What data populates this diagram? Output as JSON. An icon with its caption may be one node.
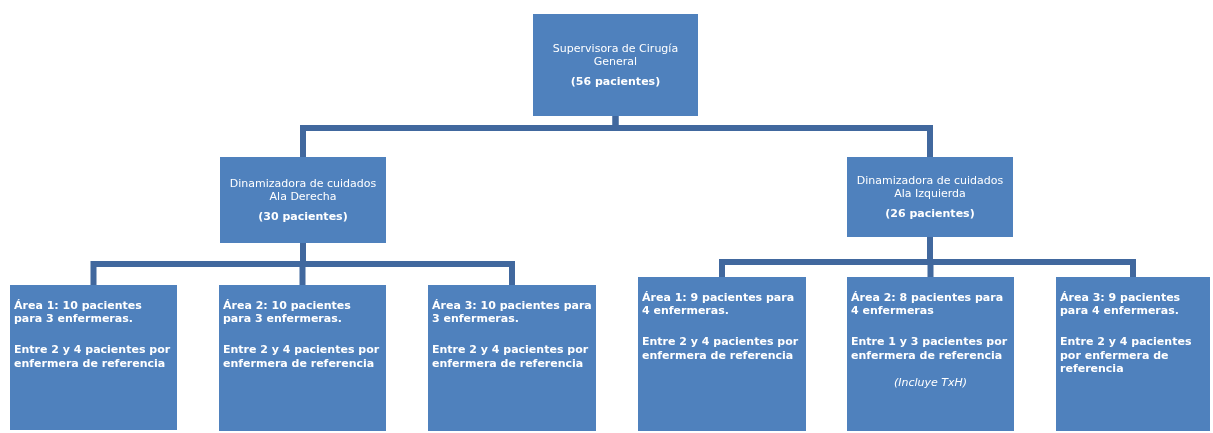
{
  "diagram": {
    "nodes": [
      {
        "text": [
          "Supervisora de Cirugía General",
          "(56 pacientes)"
        ]
      },
      {
        "text": [
          "Dinamizadora de cuidados Ala Derecha",
          "(30 pacientes)"
        ]
      },
      {
        "text": [
          "Dinamizadora de cuidados Ala Izquierda",
          "(26 pacientes)"
        ]
      },
      {
        "text": [
          "Área 1: 10 pacientes para 3 enfermeras.",
          "Entre 2 y 4 pacientes por enfermera de referencia"
        ]
      },
      {
        "text": [
          "Área 2: 10 pacientes para 3 enfermeras.",
          "Entre 2 y 4 pacientes por enfermera de referencia"
        ]
      },
      {
        "text": [
          "Área 3: 10 pacientes para 3 enfermeras.",
          "Entre 2 y 4 pacientes por enfermera de referencia"
        ]
      },
      {
        "text": [
          "Área 1: 9 pacientes para 4 enfermeras.",
          "Entre 2 y 4 pacientes por enfermera de referencia"
        ]
      },
      {
        "text": [
          "Área 2: 8 pacientes para 4 enfermeras",
          "Entre 1 y 3 pacientes por enfermera de referencia",
          "(Incluye TxH)"
        ]
      },
      {
        "text": [
          "Área 3: 9 pacientes para 4 enfermeras.",
          "Entre 2 y 4 pacientes por enfermera de referencia"
        ]
      }
    ],
    "edges": [
      {
        "from": 0,
        "to": 1,
        "arrow": "none"
      },
      {
        "from": 0,
        "to": 2,
        "arrow": "none"
      },
      {
        "from": 1,
        "to": 3,
        "arrow": "none"
      },
      {
        "from": 1,
        "to": 4,
        "arrow": "none"
      },
      {
        "from": 1,
        "to": 5,
        "arrow": "none"
      },
      {
        "from": 2,
        "to": 6,
        "arrow": "none"
      },
      {
        "from": 2,
        "to": 7,
        "arrow": "none"
      },
      {
        "from": 2,
        "to": 8,
        "arrow": "none"
      }
    ]
  }
}
